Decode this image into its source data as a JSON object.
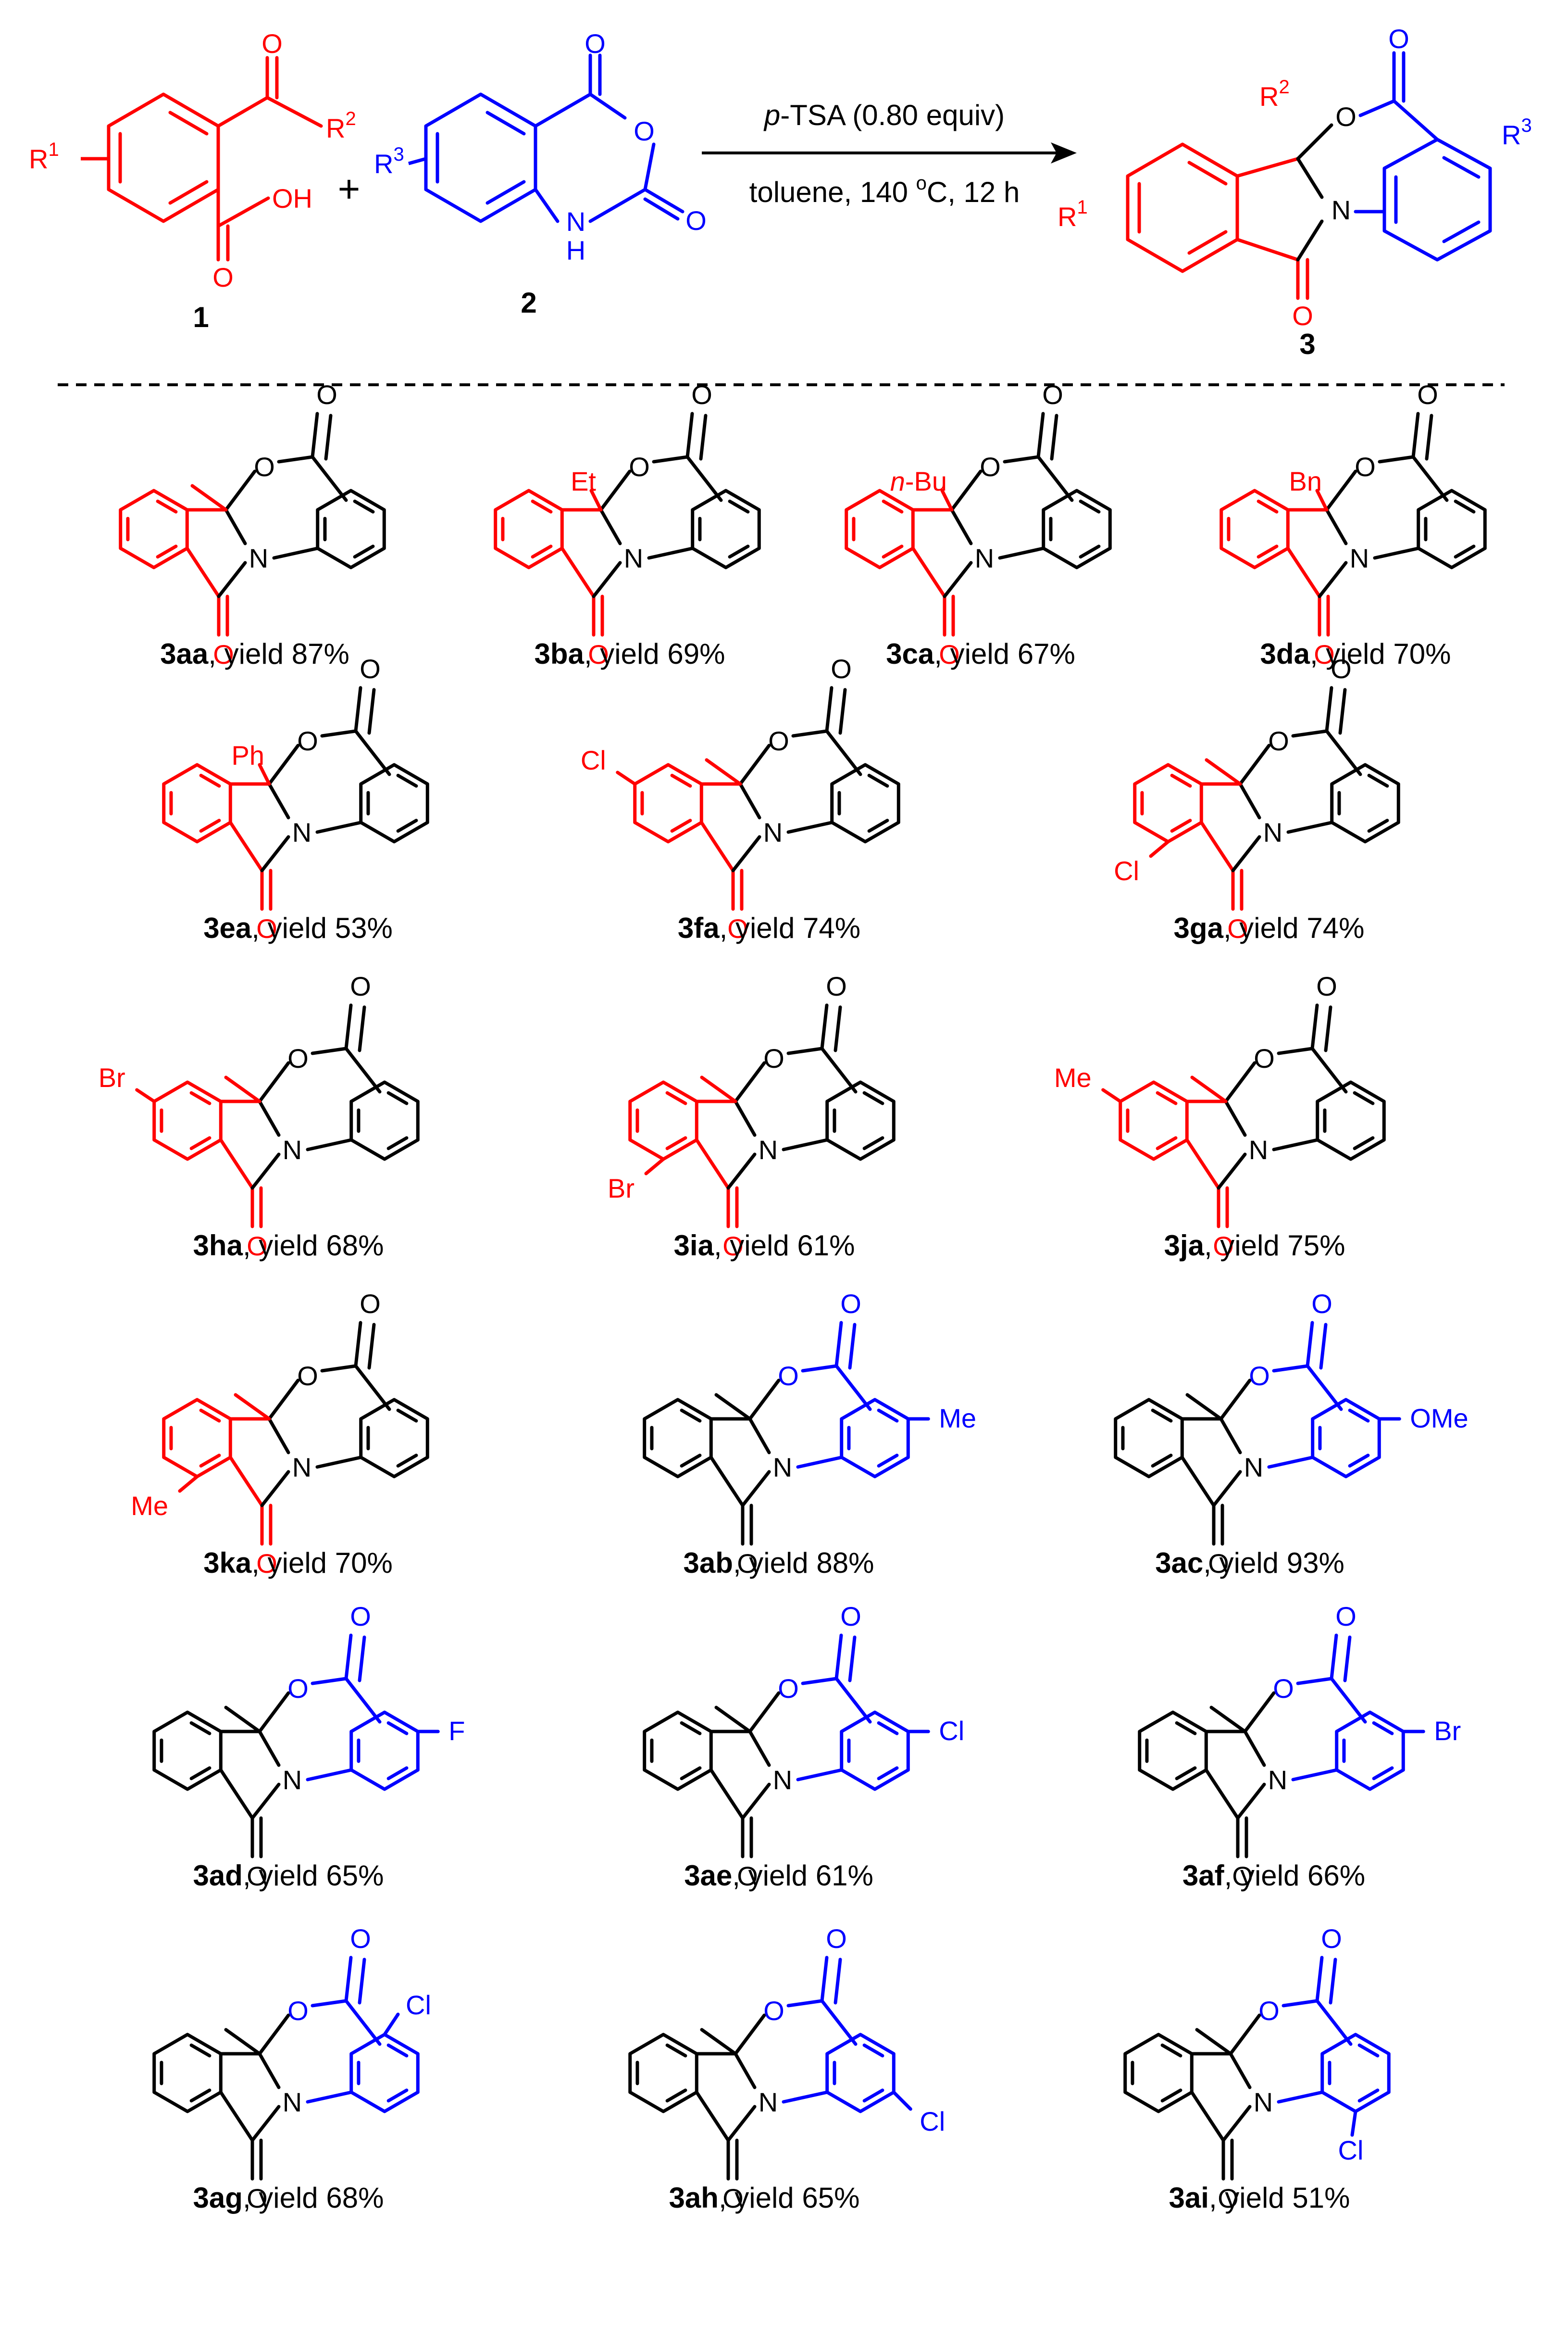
{
  "scheme": {
    "reagent_1": {
      "label": "1",
      "sub_r": "R",
      "sub_r_sup": "1",
      "ketone_r": "R",
      "ketone_r_sup": "2",
      "acid": "OH",
      "o": "O"
    },
    "reagent_2": {
      "label": "2",
      "sub_r": "R",
      "sub_r_sup": "3",
      "nh": "N",
      "nh_h": "H",
      "o": "O"
    },
    "plus": "+",
    "conditions": {
      "line1_italic": "p",
      "line1": "-TSA (0.80 equiv)",
      "line2_a": "toluene, 140 ",
      "line2_deg": "o",
      "line2_b": "C, 12 h"
    },
    "product": {
      "label": "3",
      "r1": "R",
      "r1_sup": "1",
      "r2": "R",
      "r2_sup": "2",
      "r3": "R",
      "r3_sup": "3",
      "n": "N",
      "o": "O"
    }
  },
  "colors": {
    "red": "#ff0000",
    "blue": "#0000ff",
    "black": "#000000"
  },
  "compounds": [
    {
      "id": "3aa",
      "yield": ", yield 87%",
      "r2": "",
      "r1": "",
      "r1pos": "",
      "r3": "",
      "r3pos": "",
      "theme": "red"
    },
    {
      "id": "3ba",
      "yield": ", yield 69%",
      "r2": "Et",
      "theme": "red"
    },
    {
      "id": "3ca",
      "yield": ", yield 67%",
      "r2_italic": "n",
      "r2": "-Bu",
      "theme": "red"
    },
    {
      "id": "3da",
      "yield": ", yield 70%",
      "r2": "Bn",
      "theme": "red"
    },
    {
      "id": "3ea",
      "yield": ", yield 53%",
      "r2": "Ph",
      "theme": "red"
    },
    {
      "id": "3fa",
      "yield": ", yield 74%",
      "r1": "Cl",
      "r1pos": "top",
      "theme": "red"
    },
    {
      "id": "3ga",
      "yield": ", yield 74%",
      "r1": "Cl",
      "r1pos": "bottom",
      "theme": "red"
    },
    {
      "id": "3ha",
      "yield": ", yield 68%",
      "r1": "Br",
      "r1pos": "top",
      "theme": "red"
    },
    {
      "id": "3ia",
      "yield": ", yield 61%",
      "r1": "Br",
      "r1pos": "bottom",
      "theme": "red"
    },
    {
      "id": "3ja",
      "yield": ", yield 75%",
      "r1": "Me",
      "r1pos": "top",
      "theme": "red"
    },
    {
      "id": "3ka",
      "yield": ", yield 70%",
      "r1": "Me",
      "r1pos": "bottom",
      "theme": "red"
    },
    {
      "id": "3ab",
      "yield": ", yield 88%",
      "r3": "Me",
      "r3pos": "para",
      "theme": "blue"
    },
    {
      "id": "3ac",
      "yield": ", yield 93%",
      "r3": "OMe",
      "r3pos": "para",
      "theme": "blue"
    },
    {
      "id": "3ad",
      "yield": ", yield 65%",
      "r3": "F",
      "r3pos": "para",
      "theme": "blue"
    },
    {
      "id": "3ae",
      "yield": ", yield 61%",
      "r3": "Cl",
      "r3pos": "para",
      "theme": "blue"
    },
    {
      "id": "3af",
      "yield": ", yield 66%",
      "r3": "Br",
      "r3pos": "para",
      "theme": "blue"
    },
    {
      "id": "3ag",
      "yield": ", yield 68%",
      "r3": "Cl",
      "r3pos": "top",
      "theme": "blue"
    },
    {
      "id": "3ah",
      "yield": ", yield 65%",
      "r3": "Cl",
      "r3pos": "meta",
      "theme": "blue"
    },
    {
      "id": "3ai",
      "yield": ", yield 51%",
      "r3": "Cl",
      "r3pos": "ortho",
      "theme": "blue"
    }
  ]
}
